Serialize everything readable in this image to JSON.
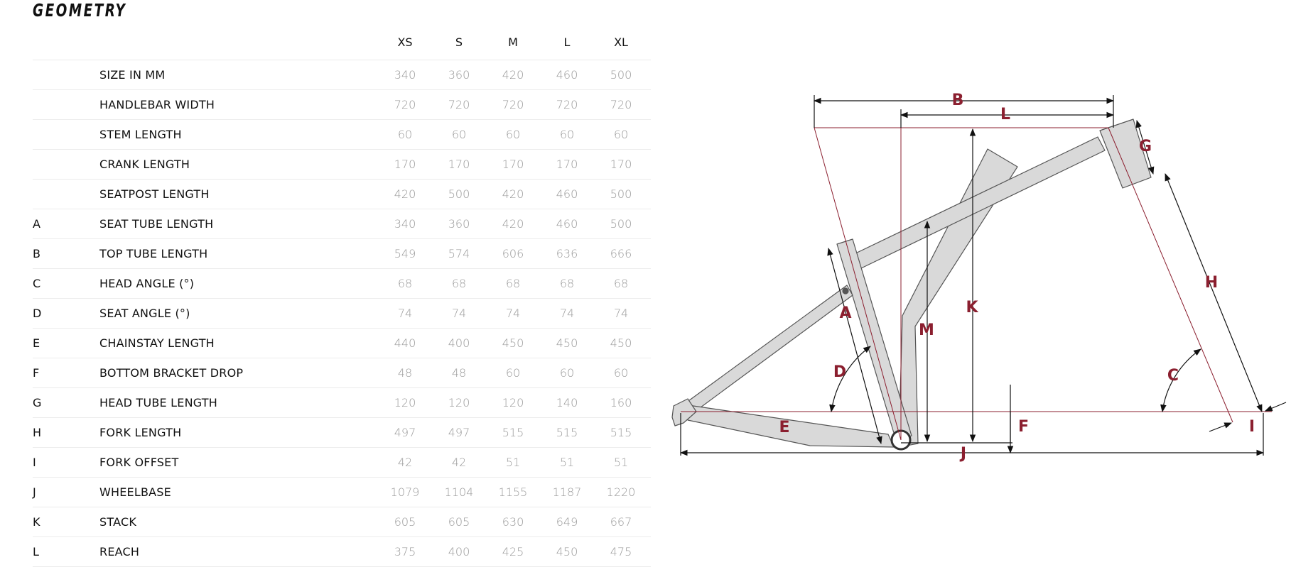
{
  "title": "GEOMETRY",
  "sizes": [
    "XS",
    "S",
    "M",
    "L",
    "XL"
  ],
  "rows": [
    {
      "code": "",
      "label": "SIZE IN MM",
      "values": [
        "340",
        "360",
        "420",
        "460",
        "500"
      ]
    },
    {
      "code": "",
      "label": "HANDLEBAR WIDTH",
      "values": [
        "720",
        "720",
        "720",
        "720",
        "720"
      ]
    },
    {
      "code": "",
      "label": "STEM LENGTH",
      "values": [
        "60",
        "60",
        "60",
        "60",
        "60"
      ]
    },
    {
      "code": "",
      "label": "CRANK LENGTH",
      "values": [
        "170",
        "170",
        "170",
        "170",
        "170"
      ]
    },
    {
      "code": "",
      "label": "SEATPOST LENGTH",
      "values": [
        "420",
        "500",
        "420",
        "460",
        "500"
      ]
    },
    {
      "code": "A",
      "label": "SEAT TUBE LENGTH",
      "values": [
        "340",
        "360",
        "420",
        "460",
        "500"
      ]
    },
    {
      "code": "B",
      "label": "TOP TUBE LENGTH",
      "values": [
        "549",
        "574",
        "606",
        "636",
        "666"
      ]
    },
    {
      "code": "C",
      "label": "HEAD ANGLE (°)",
      "values": [
        "68",
        "68",
        "68",
        "68",
        "68"
      ]
    },
    {
      "code": "D",
      "label": "SEAT ANGLE (°)",
      "values": [
        "74",
        "74",
        "74",
        "74",
        "74"
      ]
    },
    {
      "code": "E",
      "label": "CHAINSTAY LENGTH",
      "values": [
        "440",
        "400",
        "450",
        "450",
        "450"
      ]
    },
    {
      "code": "F",
      "label": "BOTTOM BRACKET DROP",
      "values": [
        "48",
        "48",
        "60",
        "60",
        "60"
      ]
    },
    {
      "code": "G",
      "label": "HEAD TUBE LENGTH",
      "values": [
        "120",
        "120",
        "120",
        "140",
        "160"
      ]
    },
    {
      "code": "H",
      "label": "FORK LENGTH",
      "values": [
        "497",
        "497",
        "515",
        "515",
        "515"
      ]
    },
    {
      "code": "I",
      "label": "FORK OFFSET",
      "values": [
        "42",
        "42",
        "51",
        "51",
        "51"
      ]
    },
    {
      "code": "J",
      "label": "WHEELBASE",
      "values": [
        "1079",
        "1104",
        "1155",
        "1187",
        "1220"
      ]
    },
    {
      "code": "K",
      "label": "STACK",
      "values": [
        "605",
        "605",
        "630",
        "649",
        "667"
      ]
    },
    {
      "code": "L",
      "label": "REACH",
      "values": [
        "375",
        "400",
        "425",
        "450",
        "475"
      ]
    }
  ],
  "diagram_labels": {
    "A": "A",
    "B": "B",
    "C": "C",
    "D": "D",
    "E": "E",
    "F": "F",
    "G": "G",
    "H": "H",
    "I": "I",
    "J": "J",
    "K": "K",
    "L": "L",
    "M": "M"
  },
  "colors": {
    "accent": "#8b1f2f",
    "frame": "#d9d9d9",
    "text_muted": "#9a9a9a"
  }
}
